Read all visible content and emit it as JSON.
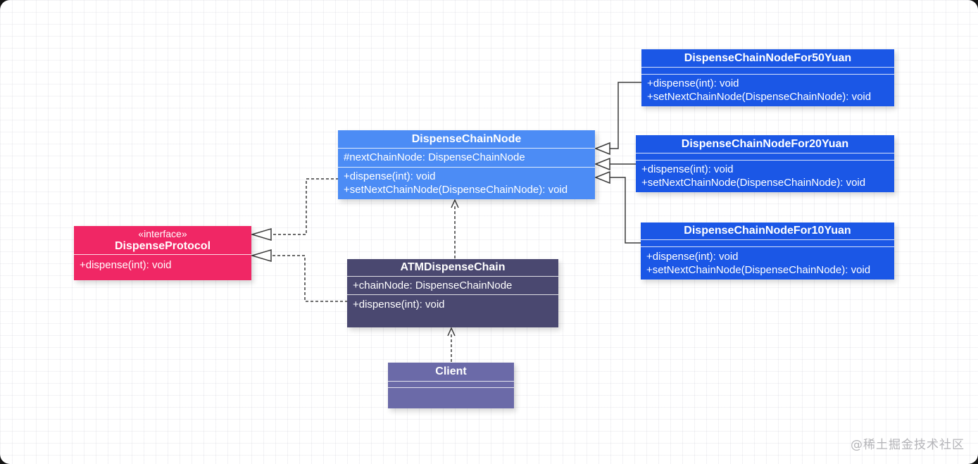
{
  "diagram": {
    "classes": [
      {
        "name": "DispenseChainNodeFor50Yuan",
        "stereotype": "",
        "attributes": [],
        "methods": [
          "+dispense(int): void",
          "+setNextChainNode(DispenseChainNode): void"
        ]
      },
      {
        "name": "DispenseChainNodeFor20Yuan",
        "stereotype": "",
        "attributes": [],
        "methods": [
          "+dispense(int): void",
          "+setNextChainNode(DispenseChainNode): void"
        ]
      },
      {
        "name": "DispenseChainNodeFor10Yuan",
        "stereotype": "",
        "attributes": [],
        "methods": [
          "+dispense(int): void",
          "+setNextChainNode(DispenseChainNode): void"
        ]
      },
      {
        "name": "DispenseChainNode",
        "stereotype": "",
        "attributes": [
          "#nextChainNode: DispenseChainNode"
        ],
        "methods": [
          "+dispense(int): void",
          "+setNextChainNode(DispenseChainNode): void"
        ]
      },
      {
        "name": "DispenseProtocol",
        "stereotype": "«interface»",
        "attributes": [],
        "methods": [
          "+dispense(int): void"
        ]
      },
      {
        "name": "ATMDispenseChain",
        "stereotype": "",
        "attributes": [
          "+chainNode: DispenseChainNode"
        ],
        "methods": [
          "+dispense(int): void"
        ]
      },
      {
        "name": "Client",
        "stereotype": "",
        "attributes": [],
        "methods": []
      }
    ],
    "relationships": [
      {
        "from": "DispenseChainNodeFor50Yuan",
        "to": "DispenseChainNode",
        "type": "generalization"
      },
      {
        "from": "DispenseChainNodeFor20Yuan",
        "to": "DispenseChainNode",
        "type": "generalization"
      },
      {
        "from": "DispenseChainNodeFor10Yuan",
        "to": "DispenseChainNode",
        "type": "generalization"
      },
      {
        "from": "DispenseChainNode",
        "to": "DispenseProtocol",
        "type": "realization"
      },
      {
        "from": "ATMDispenseChain",
        "to": "DispenseProtocol",
        "type": "realization"
      },
      {
        "from": "ATMDispenseChain",
        "to": "DispenseChainNode",
        "type": "dependency"
      },
      {
        "from": "Client",
        "to": "ATMDispenseChain",
        "type": "dependency"
      }
    ]
  },
  "watermark": "@稀土掘金技术社区",
  "colors": {
    "class_blue": "#1b57e6",
    "class_light_blue": "#4c8cf5",
    "interface_pink": "#f02765",
    "class_dark_purple": "#4a4870",
    "class_purple": "#6b6aa8",
    "connector": "#3a3a3a",
    "canvas": "#ffffff",
    "watermark_gray": "#b4b4b8"
  }
}
